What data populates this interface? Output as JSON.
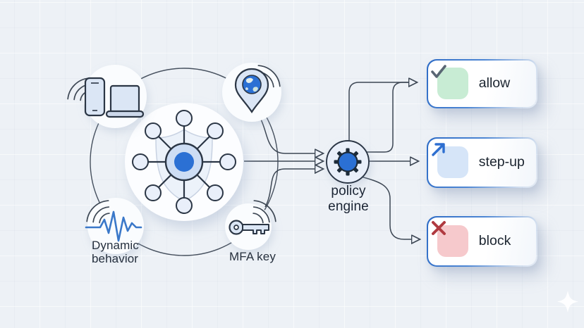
{
  "diagram_title": "zero-trust access decision diagram",
  "colors": {
    "background": "#edf1f6",
    "accent_blue": "#2b70d4",
    "line": "#3d4754",
    "icon_fill": "#dbe6f5",
    "icon_stroke": "#2b3645",
    "hub_ring": "#cdddf4",
    "node_fill": "#e9effa",
    "allow_bg": "#c8ecd4",
    "allow_glyph": "#596673",
    "stepup_bg": "#d6e5f8",
    "stepup_glyph": "#2e6fd0",
    "block_bg": "#f6c9cc",
    "block_glyph": "#b03a40",
    "card_border": "#2e6cc6",
    "waveform_blue": "#3a78c9"
  },
  "signals": {
    "devices": {
      "icon": "smartphone-laptop-icon",
      "label": ""
    },
    "location": {
      "icon": "location-pin-globe-icon",
      "label": ""
    },
    "behavior": {
      "icon": "waveform-icon",
      "label": "Dynamic behavior"
    },
    "mfa": {
      "icon": "key-icon",
      "label": "MFA key"
    }
  },
  "hub": {
    "icon": "hub-network-shield-icon"
  },
  "policy_engine": {
    "icon": "gear-icon",
    "label": "policy engine"
  },
  "outcomes": [
    {
      "label": "allow",
      "icon": "check-icon"
    },
    {
      "label": "step-up",
      "icon": "arrow-up-right-icon"
    },
    {
      "label": "block",
      "icon": "x-icon"
    }
  ],
  "decorations": {
    "sparkle": "sparkle-icon",
    "wifi": "wifi-signal-icon"
  }
}
